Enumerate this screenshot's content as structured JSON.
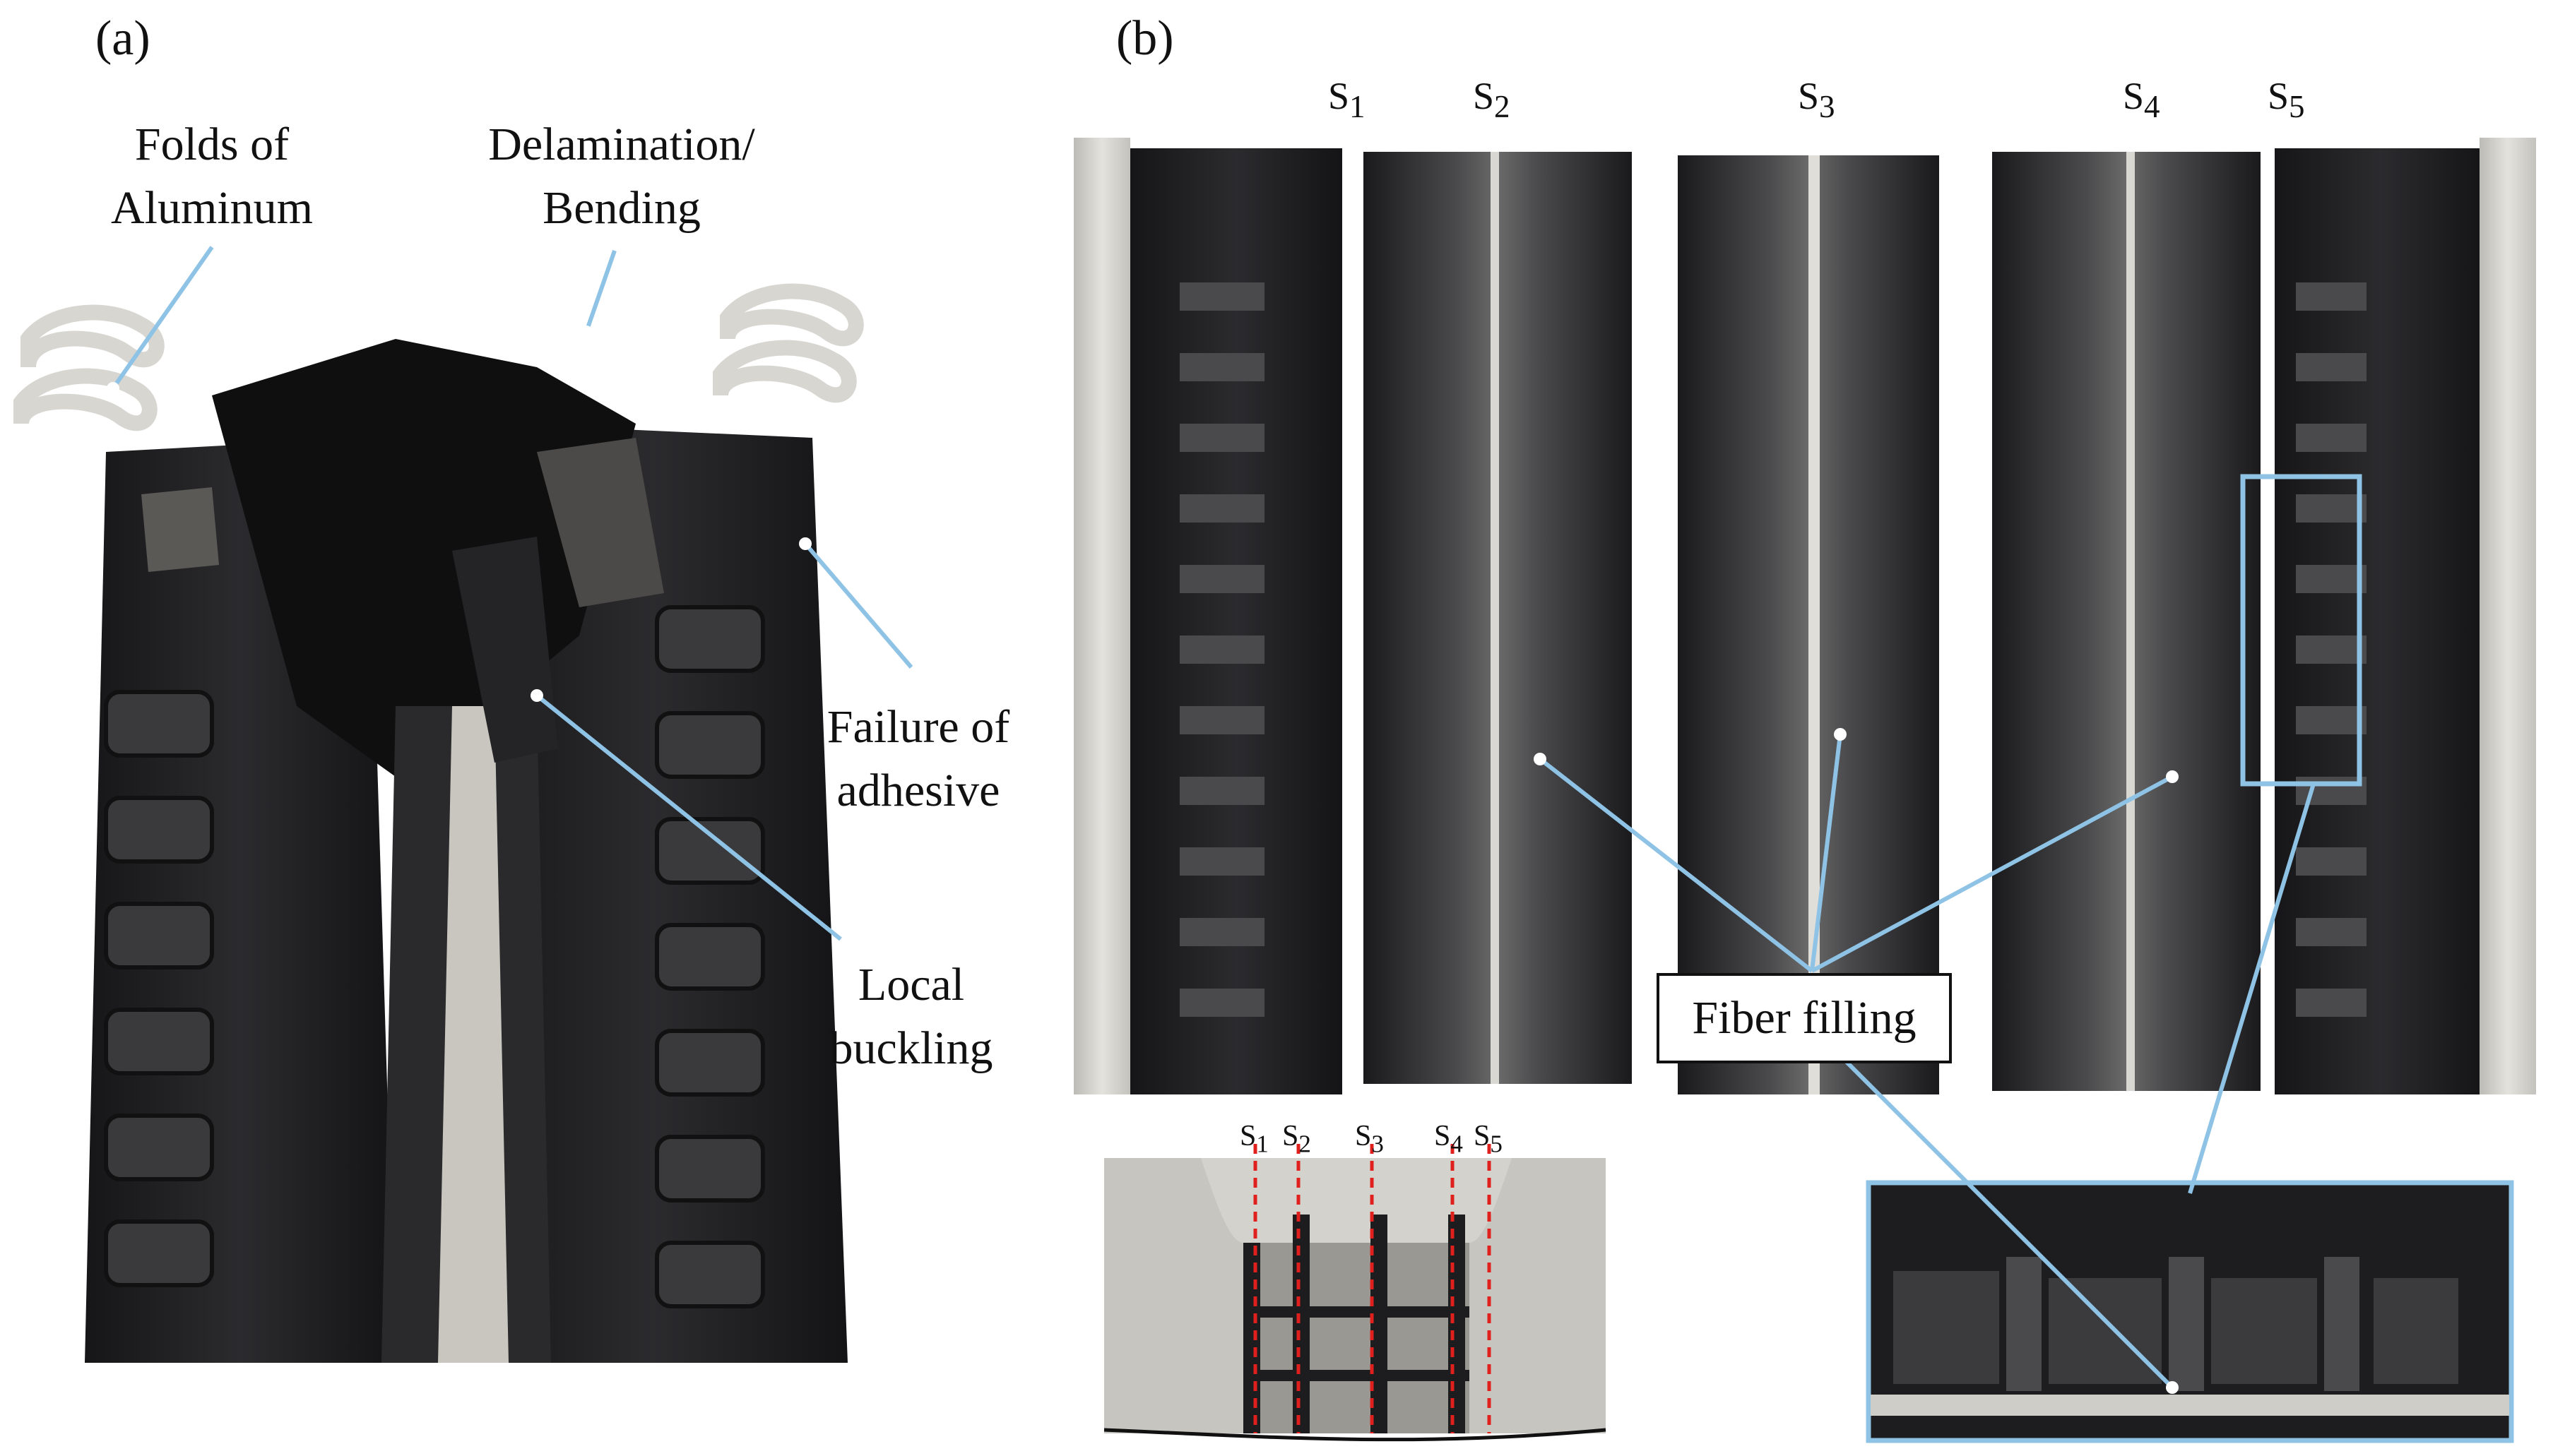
{
  "panel_a": {
    "letter": "(a)",
    "labels": {
      "folds_line1": "Folds of",
      "folds_line2": "Aluminum",
      "delam_line1": "Delamination/",
      "delam_line2": "Bending",
      "adhesive_line1": "Failure of",
      "adhesive_line2": "adhesive",
      "buckling_line1": "Local",
      "buckling_line2": "buckling"
    }
  },
  "panel_b": {
    "letter": "(b)",
    "sections": [
      {
        "base": "S",
        "sub": "1"
      },
      {
        "base": "S",
        "sub": "2"
      },
      {
        "base": "S",
        "sub": "3"
      },
      {
        "base": "S",
        "sub": "4"
      },
      {
        "base": "S",
        "sub": "5"
      }
    ],
    "callout": "Fiber filling"
  },
  "colors": {
    "leader": "#8fc3e6",
    "cfrp_dark": "#1c1c1e",
    "aluminum": "#d6d4cf",
    "cut_line": "#e0201c"
  }
}
